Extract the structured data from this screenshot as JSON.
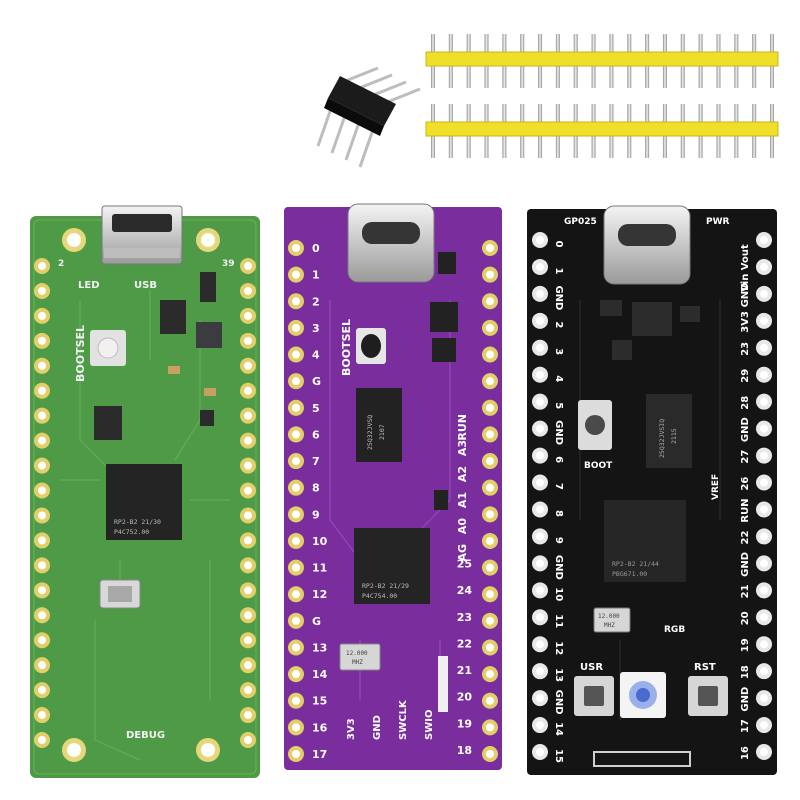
{
  "colors": {
    "green_board": "#4f9a46",
    "purple_board": "#7a2d9c",
    "black_board": "#141414",
    "header_yellow": "#f0df2a",
    "header_black": "#1a1a1a",
    "pad_gold": "#e3cf6a"
  },
  "green_board": {
    "led": "LED",
    "usb": "USB",
    "bootsel": "BOOTSEL",
    "debug": "DEBUG",
    "pin_2": "2",
    "pin_39": "39",
    "chip_line1": "RP2-B2   21/30",
    "chip_line2": "P4C752.00"
  },
  "purple_board": {
    "bootsel": "BOOTSEL",
    "left_pins": [
      "0",
      "1",
      "2",
      "3",
      "4",
      "G",
      "5",
      "6",
      "7",
      "8",
      "9",
      "10",
      "11",
      "12",
      "G",
      "13",
      "14",
      "15",
      "16",
      "17"
    ],
    "right_pins": [
      "RUN",
      "A3",
      "A2",
      "A1",
      "A0",
      "AG",
      "25",
      "24",
      "23",
      "22",
      "21",
      "20",
      "19",
      "18"
    ],
    "bottom_labels": [
      "3V3",
      "GND",
      "SWCLK",
      "SWIO"
    ],
    "flash_line1": "25Q32JVSQ",
    "flash_line2": "2107",
    "chip_line1": "RP2-B2   21/29",
    "chip_line2": "P4C754.00",
    "crystal_line1": "12.000",
    "crystal_line2": "MHZ"
  },
  "black_board": {
    "top_left": "GP025",
    "top_right": "PWR",
    "boot": "BOOT",
    "usr": "USR",
    "rst": "RST",
    "rgb": "RGB",
    "vref": "VREF",
    "left_pins": [
      "0",
      "1",
      "GND",
      "2",
      "3",
      "4",
      "5",
      "GND",
      "6",
      "7",
      "8",
      "9",
      "GND",
      "10",
      "11",
      "12",
      "13",
      "GND",
      "14",
      "15"
    ],
    "right_pins": [
      "Vin Vout",
      "GND",
      "3V3",
      "23",
      "29",
      "28",
      "GND",
      "27",
      "26",
      "RUN",
      "22",
      "GND",
      "21",
      "20",
      "19",
      "18",
      "GND",
      "17",
      "16"
    ],
    "flash_line1": "25Q32JVSIQ",
    "flash_line2": "2115",
    "chip_line1": "RP2-B2   21/44",
    "chip_line2": "PBG671.00",
    "crystal_line1": "12.000",
    "crystal_line2": "MHZ"
  }
}
